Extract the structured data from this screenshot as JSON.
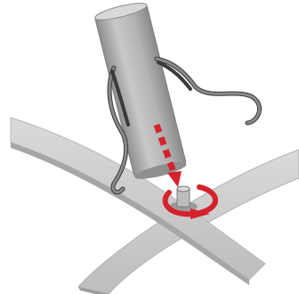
{
  "illustration": {
    "kind": "assembly-instruction",
    "colors": {
      "background": "#ffffff",
      "base_light": "#d4d4d4",
      "base_shade": "#a9a9a9",
      "tube_light": "#c6c6c6",
      "tube_mid": "#9e9e9e",
      "tube_dark": "#7d7d7d",
      "hook": "#6c6c6c",
      "hook_outline": "#3a3a3a",
      "accent_red": "#d5222c"
    },
    "icons": [
      "curved-cross-base",
      "metal-tube",
      "rope-hooks",
      "threaded-stud",
      "insert-arrow",
      "rotate-arrow"
    ]
  }
}
